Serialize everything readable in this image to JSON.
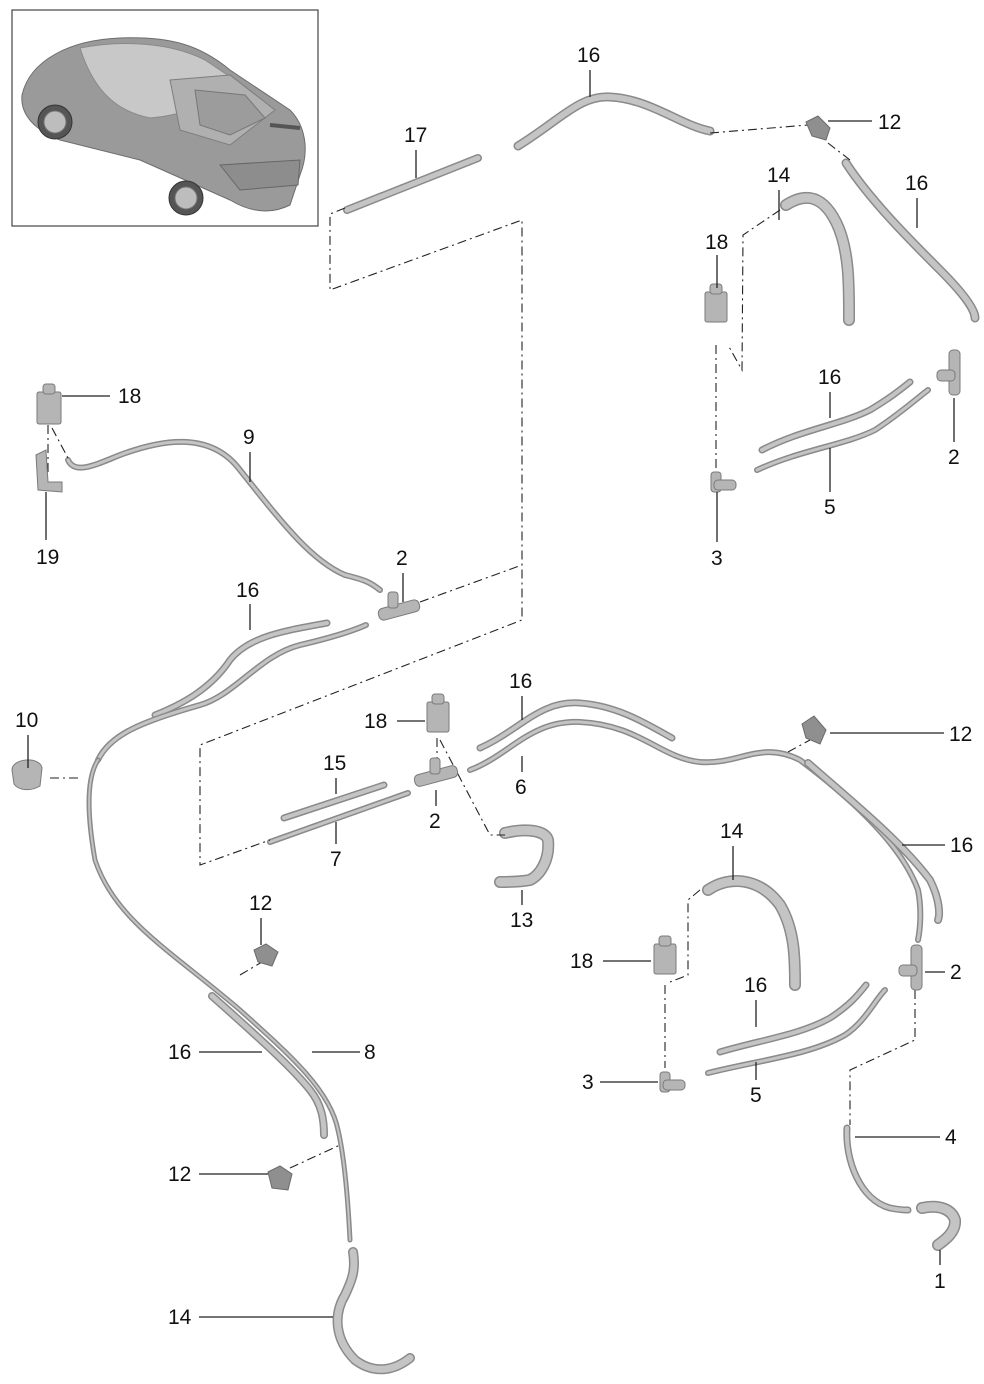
{
  "diagram": {
    "title": "Vacuum line system exploded parts diagram",
    "inset": {
      "description": "Vehicle overview (top rear view of coupe)"
    },
    "callouts": [
      {
        "id": "c16a",
        "label": "16"
      },
      {
        "id": "c17",
        "label": "17"
      },
      {
        "id": "c12a",
        "label": "12"
      },
      {
        "id": "c16b",
        "label": "16"
      },
      {
        "id": "c14a",
        "label": "14"
      },
      {
        "id": "c18a",
        "label": "18"
      },
      {
        "id": "c16c",
        "label": "16"
      },
      {
        "id": "c5a",
        "label": "5"
      },
      {
        "id": "c2a",
        "label": "2"
      },
      {
        "id": "c3a",
        "label": "3"
      },
      {
        "id": "c18b",
        "label": "18"
      },
      {
        "id": "c19",
        "label": "19"
      },
      {
        "id": "c9",
        "label": "9"
      },
      {
        "id": "c2b",
        "label": "2"
      },
      {
        "id": "c16d",
        "label": "16"
      },
      {
        "id": "c10",
        "label": "10"
      },
      {
        "id": "c18c",
        "label": "18"
      },
      {
        "id": "c16e",
        "label": "16"
      },
      {
        "id": "c6",
        "label": "6"
      },
      {
        "id": "c15",
        "label": "15"
      },
      {
        "id": "c7",
        "label": "7"
      },
      {
        "id": "c2c",
        "label": "2"
      },
      {
        "id": "c13",
        "label": "13"
      },
      {
        "id": "c12b",
        "label": "12"
      },
      {
        "id": "c16f",
        "label": "16"
      },
      {
        "id": "c14b",
        "label": "14"
      },
      {
        "id": "c18d",
        "label": "18"
      },
      {
        "id": "c2d",
        "label": "2"
      },
      {
        "id": "c16g",
        "label": "16"
      },
      {
        "id": "c3b",
        "label": "3"
      },
      {
        "id": "c5b",
        "label": "5"
      },
      {
        "id": "c4",
        "label": "4"
      },
      {
        "id": "c1",
        "label": "1"
      },
      {
        "id": "c12c",
        "label": "12"
      },
      {
        "id": "c16h",
        "label": "16"
      },
      {
        "id": "c8",
        "label": "8"
      },
      {
        "id": "c12d",
        "label": "12"
      },
      {
        "id": "c14c",
        "label": "14"
      }
    ],
    "colors": {
      "hose": "#c4c4c4",
      "hose_edge": "#8a8a8a",
      "line": "#222222",
      "background": "#ffffff"
    }
  }
}
